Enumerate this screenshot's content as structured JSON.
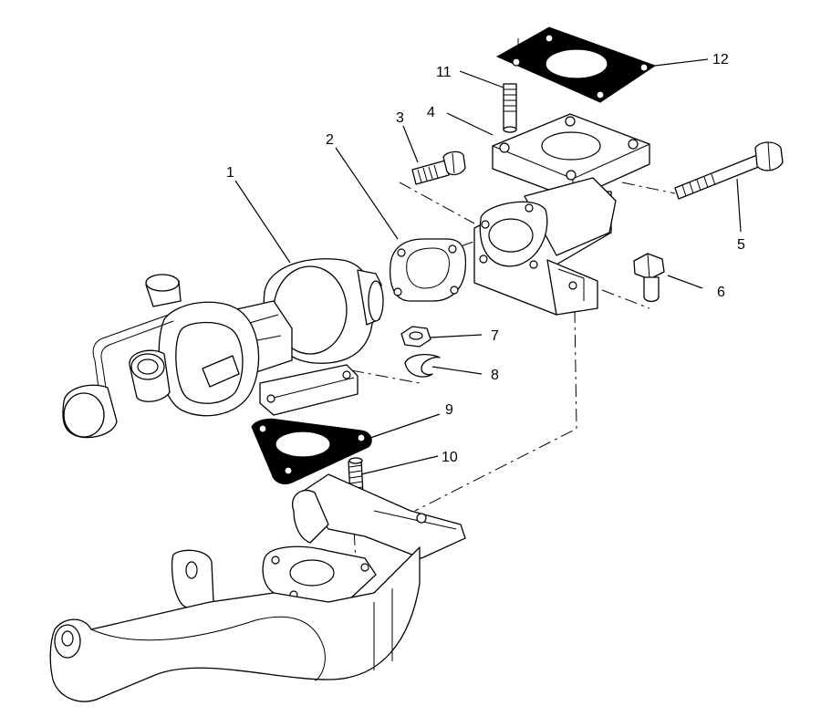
{
  "diagram": {
    "type": "exploded-parts-view",
    "callouts": [
      {
        "id": "1",
        "label": "1"
      },
      {
        "id": "2",
        "label": "2"
      },
      {
        "id": "3",
        "label": "3"
      },
      {
        "id": "4",
        "label": "4"
      },
      {
        "id": "5",
        "label": "5"
      },
      {
        "id": "6",
        "label": "6"
      },
      {
        "id": "7",
        "label": "7"
      },
      {
        "id": "8",
        "label": "8"
      },
      {
        "id": "9",
        "label": "9"
      },
      {
        "id": "10",
        "label": "10"
      },
      {
        "id": "11",
        "label": "11"
      },
      {
        "id": "12",
        "label": "12"
      }
    ]
  }
}
